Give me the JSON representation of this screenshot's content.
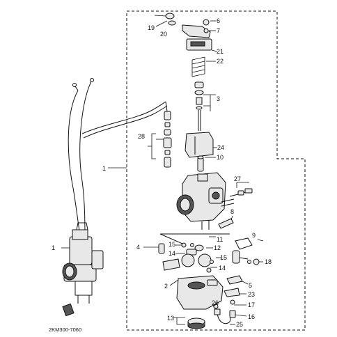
{
  "diagram": {
    "part_number": "2KM300-7060",
    "callouts": {
      "c1": "1",
      "c1b": "1",
      "c2": "2",
      "c3": "3",
      "c4": "4",
      "c5": "5",
      "c6": "6",
      "c7": "7",
      "c8": "8",
      "c9": "9",
      "c10": "10",
      "c11": "11",
      "c12": "12",
      "c13": "13",
      "c14a": "14",
      "c14b": "14",
      "c15a": "15",
      "c15b": "15",
      "c16": "16",
      "c17": "17",
      "c18": "18",
      "c19": "19",
      "c20": "20",
      "c21": "21",
      "c22": "22",
      "c23": "23",
      "c24": "24",
      "c25": "25",
      "c26": "26",
      "c27": "27",
      "c28": "28"
    }
  }
}
